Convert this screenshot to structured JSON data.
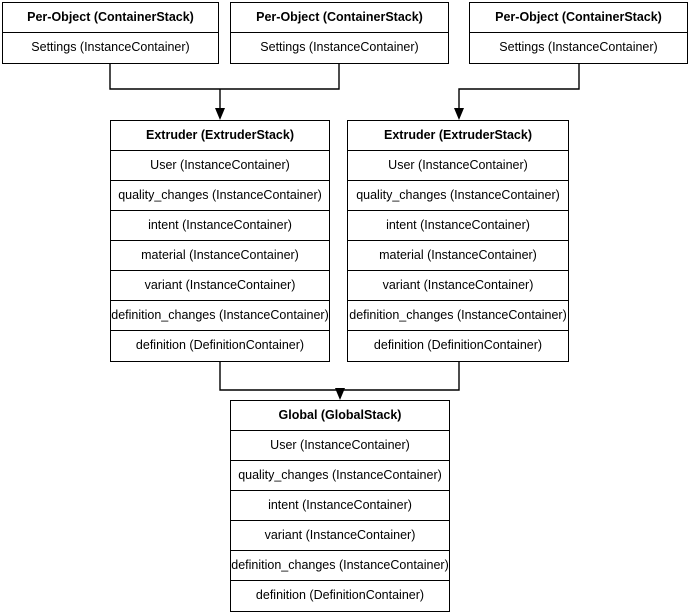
{
  "diagram": {
    "title": "Container stack hierarchy",
    "background_color": "#ffffff",
    "line_color": "#000000",
    "box_border_color": "#000000",
    "per_object_stacks": [
      {
        "header": "Per-Object (ContainerStack)",
        "rows": [
          "Settings (InstanceContainer)"
        ]
      },
      {
        "header": "Per-Object (ContainerStack)",
        "rows": [
          "Settings (InstanceContainer)"
        ]
      },
      {
        "header": "Per-Object (ContainerStack)",
        "rows": [
          "Settings (InstanceContainer)"
        ]
      }
    ],
    "extruder_stacks": [
      {
        "header": "Extruder (ExtruderStack)",
        "rows": [
          "User (InstanceContainer)",
          "quality_changes (InstanceContainer)",
          "intent (InstanceContainer)",
          "material (InstanceContainer)",
          "variant (InstanceContainer)",
          "definition_changes (InstanceContainer)",
          "definition (DefinitionContainer)"
        ]
      },
      {
        "header": "Extruder (ExtruderStack)",
        "rows": [
          "User (InstanceContainer)",
          "quality_changes (InstanceContainer)",
          "intent (InstanceContainer)",
          "material (InstanceContainer)",
          "variant (InstanceContainer)",
          "definition_changes (InstanceContainer)",
          "definition (DefinitionContainer)"
        ]
      }
    ],
    "global_stack": {
      "header": "Global (GlobalStack)",
      "rows": [
        "User (InstanceContainer)",
        "quality_changes (InstanceContainer)",
        "intent (InstanceContainer)",
        "variant (InstanceContainer)",
        "definition_changes (InstanceContainer)",
        "definition (DefinitionContainer)"
      ]
    }
  }
}
